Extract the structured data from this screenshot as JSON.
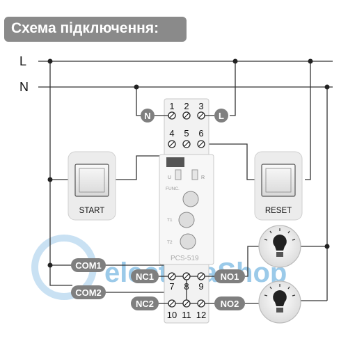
{
  "title": "Схема підключення:",
  "lines": {
    "l": "L",
    "n": "N"
  },
  "terminals": {
    "top": [
      "1",
      "2",
      "3"
    ],
    "mid": [
      "4",
      "5",
      "6"
    ],
    "relay1": [
      "7",
      "8",
      "9"
    ],
    "relay2": [
      "10",
      "11",
      "12"
    ]
  },
  "badges": {
    "n": "N",
    "l": "L"
  },
  "buttons": {
    "start": "START",
    "reset": "RESET"
  },
  "device": {
    "model": "PCS-519",
    "func_label": "FUNC.",
    "t1_label": "T1",
    "t2_label": "T2",
    "u_label": "U",
    "relay_label": "R"
  },
  "contacts": {
    "com1": "COM1",
    "com2": "COM2",
    "nc1": "NC1",
    "no1": "NO1",
    "nc2": "NC2",
    "no2": "NO2"
  },
  "watermark": "electricaShop",
  "colors": {
    "wire": "#333333",
    "badge": "#7f7f7f",
    "title_bg": "#8a8a8a",
    "watermark": "#4a9fd8"
  }
}
